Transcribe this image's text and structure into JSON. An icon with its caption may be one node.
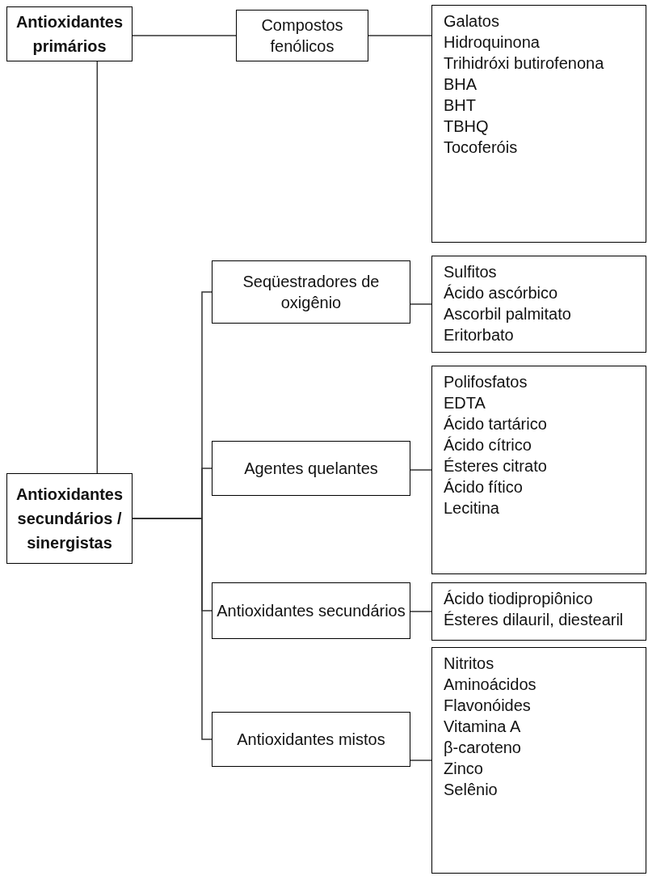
{
  "diagram": {
    "nodes": [
      {
        "text": [
          "Antioxidantes primários"
        ]
      },
      {
        "text": [
          "Compostos fenólicos"
        ]
      },
      {
        "text": [
          "Galatos",
          "Hidroquinona",
          "Trihidróxi butirofenona",
          "BHA",
          "BHT",
          "TBHQ",
          "Tocoferóis"
        ]
      },
      {
        "text": [
          "Antioxidantes secundários / sinergistas"
        ]
      },
      {
        "text": [
          "Seqüestradores de oxigênio"
        ]
      },
      {
        "text": [
          "Sulfitos",
          "Ácido ascórbico",
          "Ascorbil palmitato",
          "Eritorbato"
        ]
      },
      {
        "text": [
          "Agentes quelantes"
        ]
      },
      {
        "text": [
          "Polifosfatos",
          "EDTA",
          "Ácido tartárico",
          "Ácido cítrico",
          "Ésteres citrato",
          "Ácido fítico",
          "Lecitina"
        ]
      },
      {
        "text": [
          "Antioxidantes secundários"
        ]
      },
      {
        "text": [
          "Ácido tiodipropiônico",
          "Ésteres dilauril, diestearil"
        ]
      },
      {
        "text": [
          "Antioxidantes mistos"
        ]
      },
      {
        "text": [
          "Nitritos",
          "Aminoácidos",
          "Flavonóides",
          "Vitamina A",
          "β-caroteno",
          "Zinco",
          "Selênio"
        ]
      }
    ],
    "edges": [
      {
        "from": 0,
        "to": 1,
        "arrow": "none"
      },
      {
        "from": 1,
        "to": 2,
        "arrow": "none"
      },
      {
        "from": 0,
        "to": 3,
        "arrow": "none"
      },
      {
        "from": 3,
        "to": 4,
        "arrow": "none"
      },
      {
        "from": 3,
        "to": 6,
        "arrow": "none"
      },
      {
        "from": 3,
        "to": 8,
        "arrow": "none"
      },
      {
        "from": 3,
        "to": 10,
        "arrow": "none"
      },
      {
        "from": 4,
        "to": 5,
        "arrow": "none"
      },
      {
        "from": 6,
        "to": 7,
        "arrow": "none"
      },
      {
        "from": 8,
        "to": 9,
        "arrow": "none"
      },
      {
        "from": 10,
        "to": 11,
        "arrow": "none"
      }
    ]
  }
}
